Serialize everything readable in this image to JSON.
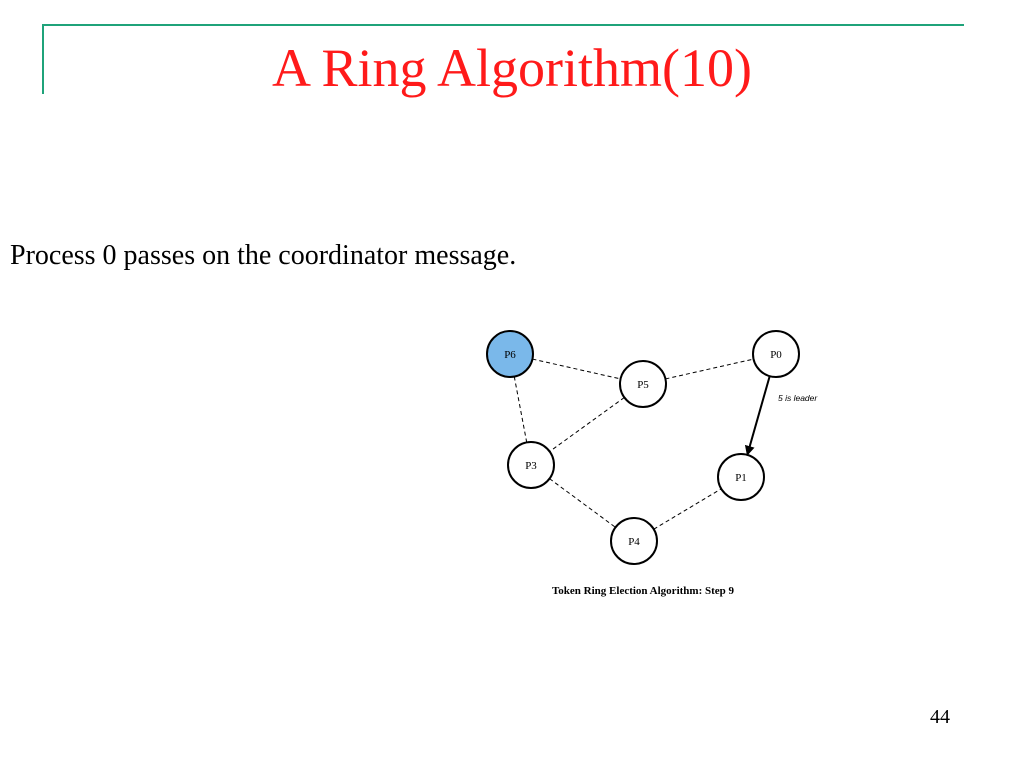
{
  "slide": {
    "title": "A Ring Algorithm(10)",
    "body": "Process 0 passes on the coordinator message.",
    "page_number": "44",
    "colors": {
      "title": "#ff1a1a",
      "accent_rule": "#1fa37a",
      "highlight_node": "#7ab8ea"
    }
  },
  "diagram": {
    "caption": "Token Ring Election Algorithm:  Step 9",
    "nodes": [
      {
        "id": "P6",
        "label": "P6",
        "highlighted": true
      },
      {
        "id": "P5",
        "label": "P5",
        "highlighted": false
      },
      {
        "id": "P0",
        "label": "P0",
        "highlighted": false
      },
      {
        "id": "P3",
        "label": "P3",
        "highlighted": false
      },
      {
        "id": "P1",
        "label": "P1",
        "highlighted": false
      },
      {
        "id": "P4",
        "label": "P4",
        "highlighted": false
      }
    ],
    "links": [
      {
        "from": "P6",
        "to": "P5",
        "style": "dashed"
      },
      {
        "from": "P5",
        "to": "P0",
        "style": "dashed"
      },
      {
        "from": "P6",
        "to": "P3",
        "style": "dashed"
      },
      {
        "from": "P5",
        "to": "P3",
        "style": "dashed"
      },
      {
        "from": "P3",
        "to": "P4",
        "style": "dashed"
      },
      {
        "from": "P4",
        "to": "P1",
        "style": "dashed"
      },
      {
        "from": "P0",
        "to": "P1",
        "style": "arrow",
        "label": "5 is leader"
      }
    ]
  }
}
